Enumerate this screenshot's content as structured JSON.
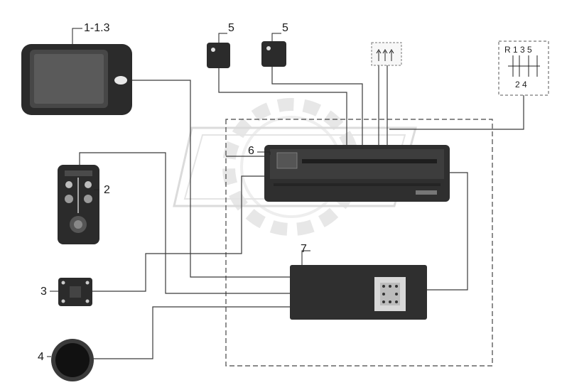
{
  "callouts": {
    "c1": "1-1.3",
    "c5a": "5",
    "c5b": "5",
    "c6": "6",
    "c2": "2",
    "c7": "7",
    "c3": "3",
    "c4": "4"
  },
  "gear_selector": {
    "top": "R 1 3 5",
    "bottom": "2 4"
  },
  "colors": {
    "wire": "#3a3a3a",
    "device_dark": "#2b2b2b",
    "watermark": "#d9d9d9"
  }
}
